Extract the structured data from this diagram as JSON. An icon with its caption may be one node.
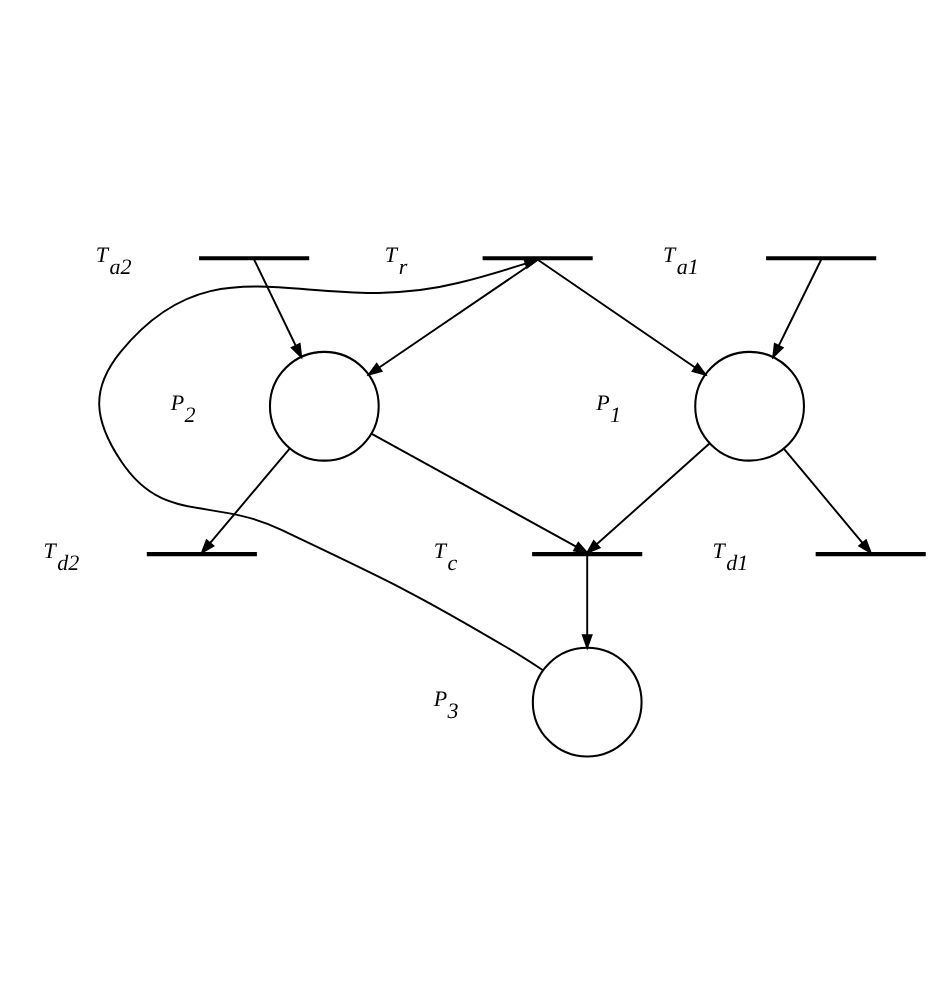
{
  "diagram": {
    "nodes": [
      {
        "text": [],
        "shape": "bar",
        "beside": [
          "T$_{a1}$"
        ]
      },
      {
        "text": [],
        "shape": "bar",
        "beside": [
          "T$_{r}$"
        ]
      },
      {
        "text": [],
        "shape": "bar",
        "beside": [
          "T$_{a2}$"
        ]
      },
      {
        "text": [],
        "shape": "circle",
        "beside": [
          "P$_{1}$"
        ]
      },
      {
        "text": [],
        "shape": "circle",
        "beside": [
          "P$_{2}$"
        ]
      },
      {
        "text": [],
        "shape": "bar",
        "beside": [
          "T$_{d1}$"
        ]
      },
      {
        "text": [],
        "shape": "bar",
        "beside": [
          "T$_{c}$"
        ]
      },
      {
        "text": [],
        "shape": "bar",
        "beside": [
          "T$_{d2}$"
        ]
      },
      {
        "text": [],
        "shape": "circle",
        "beside": [
          "P$_{3}$"
        ]
      }
    ],
    "edges": [
      {
        "from": 0,
        "to": 3,
        "arrow": "to"
      },
      {
        "from": 1,
        "to": 3,
        "arrow": "to"
      },
      {
        "from": 1,
        "to": 4,
        "arrow": "to"
      },
      {
        "from": 2,
        "to": 4,
        "arrow": "to"
      },
      {
        "from": 3,
        "to": 5,
        "arrow": "to"
      },
      {
        "from": 3,
        "to": 6,
        "arrow": "to"
      },
      {
        "from": 4,
        "to": 6,
        "arrow": "to"
      },
      {
        "from": 4,
        "to": 7,
        "arrow": "to"
      },
      {
        "from": 6,
        "to": 8,
        "arrow": "to"
      },
      {
        "from": 8,
        "to": 1,
        "arrow": "to"
      }
    ]
  }
}
